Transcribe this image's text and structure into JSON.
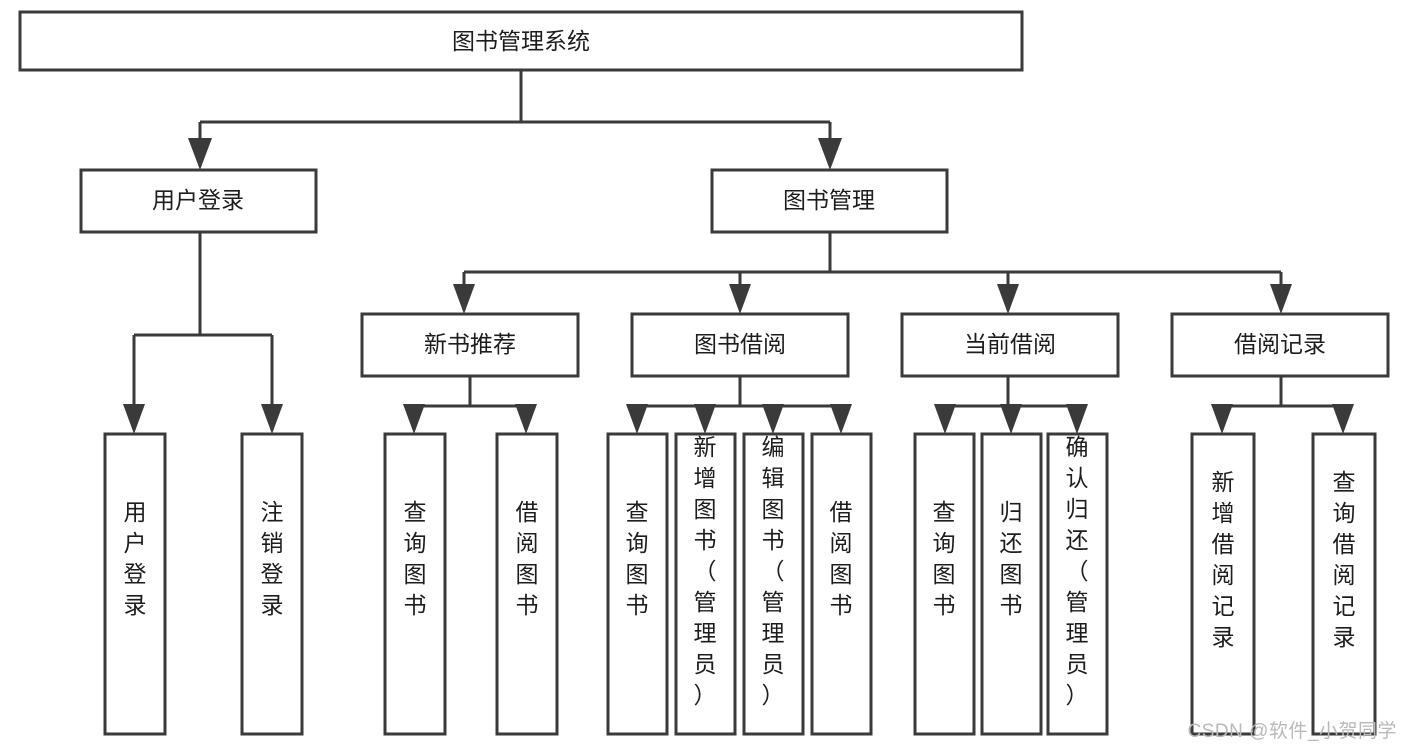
{
  "diagram": {
    "title": "图书管理系统",
    "watermark": "CSDN @软件_小贺同学",
    "nodes": {
      "root": {
        "label": "图书管理系统"
      },
      "level2": [
        {
          "key": "user-login",
          "label": "用户登录"
        },
        {
          "key": "book-manage",
          "label": "图书管理"
        }
      ],
      "level3": [
        {
          "key": "new-book-recommend",
          "label": "新书推荐"
        },
        {
          "key": "book-borrow",
          "label": "图书借阅"
        },
        {
          "key": "current-borrow",
          "label": "当前借阅"
        },
        {
          "key": "borrow-record",
          "label": "借阅记录"
        }
      ],
      "leaves": {
        "user-login": [
          {
            "key": "user-login-leaf",
            "label": "用户登录"
          },
          {
            "key": "user-logout-leaf",
            "label": "注销登录"
          }
        ],
        "new-book-recommend": [
          {
            "key": "query-book-1",
            "label": "查询图书"
          },
          {
            "key": "borrow-book-1",
            "label": "借阅图书"
          }
        ],
        "book-borrow": [
          {
            "key": "query-book-2",
            "label": "查询图书"
          },
          {
            "key": "add-book",
            "label": "新增图书（管理员）"
          },
          {
            "key": "edit-book",
            "label": "编辑图书（管理员）"
          },
          {
            "key": "borrow-book-2",
            "label": "借阅图书"
          }
        ],
        "current-borrow": [
          {
            "key": "query-book-3",
            "label": "查询图书"
          },
          {
            "key": "return-book",
            "label": "归还图书"
          },
          {
            "key": "confirm-return",
            "label": "确认归还（管理员）"
          }
        ],
        "borrow-record": [
          {
            "key": "add-borrow-record",
            "label": "新增借阅记录"
          },
          {
            "key": "query-borrow-record",
            "label": "查询借阅记录"
          }
        ]
      }
    },
    "colors": {
      "stroke": "#3a3a3a",
      "fill": "#ffffff",
      "text": "#1d1d1d",
      "watermark": "#b9b9b9"
    }
  }
}
